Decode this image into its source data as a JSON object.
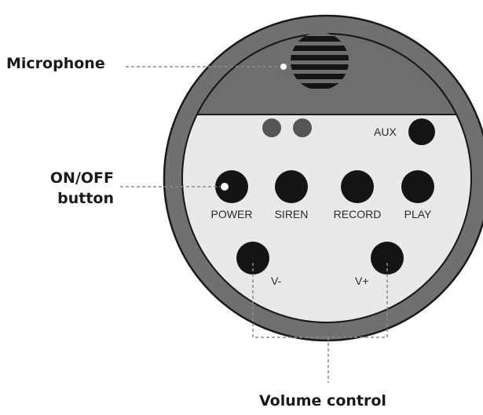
{
  "labels": {
    "microphone": "Microphone",
    "on_off_line1": "ON/OFF",
    "on_off_line2": "button",
    "volume_control": "Volume control"
  },
  "buttons": {
    "aux": "AUX",
    "power": "POWER",
    "siren": "SIREN",
    "record": "RECORD",
    "play": "PLAY",
    "volume_down": "V-",
    "volume_up": "V+"
  },
  "colors": {
    "outer_ring": "#707070",
    "outline": "#1a1a1a",
    "face_panel": "#e9e9e9",
    "button": "#141414",
    "indicator_led": "#555555",
    "leader_line": "#8a8a8a"
  }
}
